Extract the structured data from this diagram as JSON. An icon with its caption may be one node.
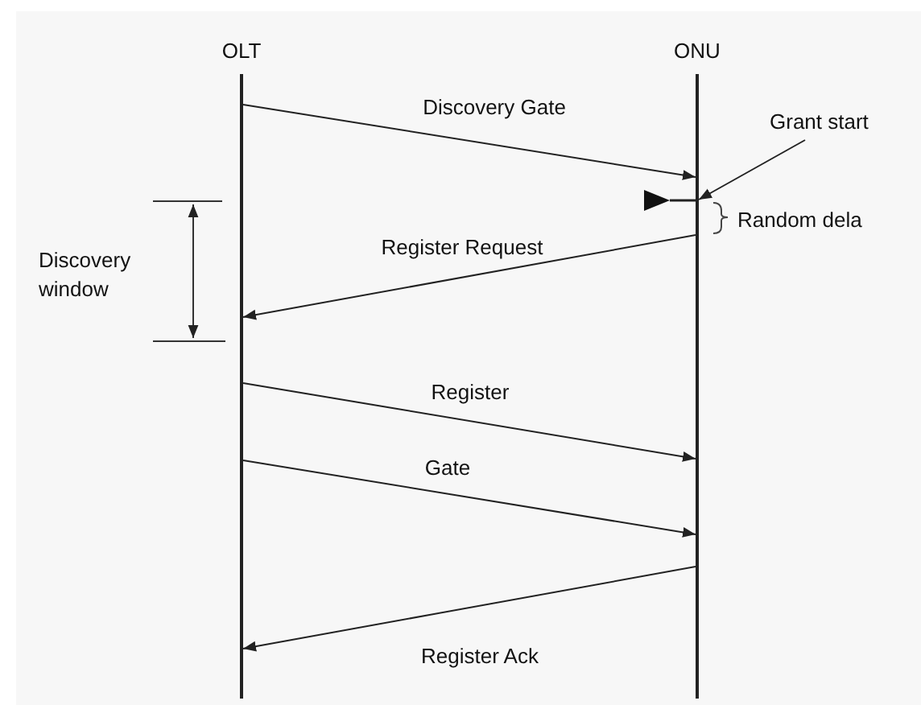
{
  "diagram": {
    "nodes": [
      {
        "text": [
          "OLT"
        ]
      },
      {
        "text": [
          "ONU"
        ]
      },
      {
        "text": [
          "Grant start"
        ]
      }
    ],
    "edges": [
      {
        "from": 0,
        "to": 1,
        "arrow": "to",
        "label": "Discovery Gate"
      },
      {
        "from": 1,
        "to": 0,
        "arrow": "to",
        "label": "Register Request"
      },
      {
        "from": 0,
        "to": 1,
        "arrow": "to",
        "label": "Register"
      },
      {
        "from": 0,
        "to": 1,
        "arrow": "to",
        "label": "Gate"
      },
      {
        "from": 1,
        "to": 0,
        "arrow": "to",
        "label": "Register Ack"
      },
      {
        "from": 2,
        "to": 1,
        "arrow": "to"
      }
    ],
    "labels": [
      "Discovery window",
      "Random dela"
    ]
  }
}
